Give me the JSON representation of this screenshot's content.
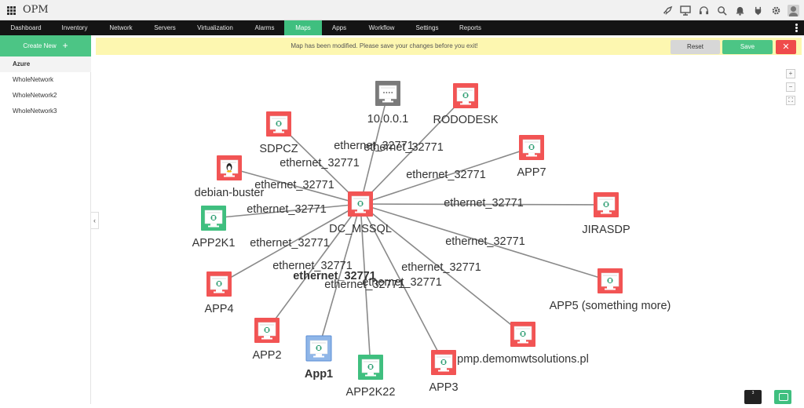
{
  "app": {
    "brand": "OPM"
  },
  "top_icons": [
    "rocket-icon",
    "monitor-icon",
    "headset-icon",
    "search-icon",
    "bell-icon",
    "plug-icon",
    "gear-icon",
    "user-avatar-icon"
  ],
  "nav": {
    "items": [
      {
        "label": "Dashboard"
      },
      {
        "label": "Inventory"
      },
      {
        "label": "Network"
      },
      {
        "label": "Servers"
      },
      {
        "label": "Virtualization"
      },
      {
        "label": "Alarms"
      },
      {
        "label": "Maps"
      },
      {
        "label": "Apps"
      },
      {
        "label": "Workflow"
      },
      {
        "label": "Settings"
      },
      {
        "label": "Reports"
      }
    ],
    "active": "Maps"
  },
  "sidebar": {
    "create_label": "Create New",
    "items": [
      {
        "label": "Azure",
        "active": true
      },
      {
        "label": "WholeNetwork"
      },
      {
        "label": "WholeNetwork2"
      },
      {
        "label": "WholeNetwork3"
      }
    ]
  },
  "banner": {
    "message": "Map has been modified. Please save your changes before you exit!",
    "reset_label": "Reset",
    "save_label": "Save",
    "close_glyph": "✕"
  },
  "map": {
    "center": {
      "id": "dc",
      "label": "DC_MSSQL",
      "status": "critical"
    },
    "link_label": "ethernet_32771",
    "colors": {
      "critical": "#f25454",
      "clear": "#3fbf7f",
      "unknown": "#8fb6e8",
      "grey": "#7a7a7a"
    },
    "nodes": [
      {
        "id": "n10",
        "label": "10.0.0.1",
        "status": "grey"
      },
      {
        "id": "rododesk",
        "label": "RODODESK",
        "status": "critical"
      },
      {
        "id": "sdpcz",
        "label": "SDPCZ",
        "status": "critical"
      },
      {
        "id": "app7",
        "label": "APP7",
        "status": "critical"
      },
      {
        "id": "debian",
        "label": "debian-buster",
        "status": "critical",
        "os": "linux"
      },
      {
        "id": "jirasdp",
        "label": "JIRASDP",
        "status": "critical"
      },
      {
        "id": "app2k1",
        "label": "APP2K1",
        "status": "clear"
      },
      {
        "id": "app4",
        "label": "APP4",
        "status": "critical"
      },
      {
        "id": "app5",
        "label": "APP5 (something more)",
        "status": "critical"
      },
      {
        "id": "app2",
        "label": "APP2",
        "status": "critical"
      },
      {
        "id": "pmp",
        "label": "pmp.demomwtsolutions.pl",
        "status": "critical"
      },
      {
        "id": "app1",
        "label": "App1",
        "status": "unknown",
        "bold": true
      },
      {
        "id": "app2k22",
        "label": "APP2K22",
        "status": "clear"
      },
      {
        "id": "app3",
        "label": "APP3",
        "status": "critical"
      }
    ]
  },
  "zoom": {
    "plus": "+",
    "minus": "−",
    "fit": "⛶"
  },
  "bottom_tile": {
    "text": "3"
  }
}
